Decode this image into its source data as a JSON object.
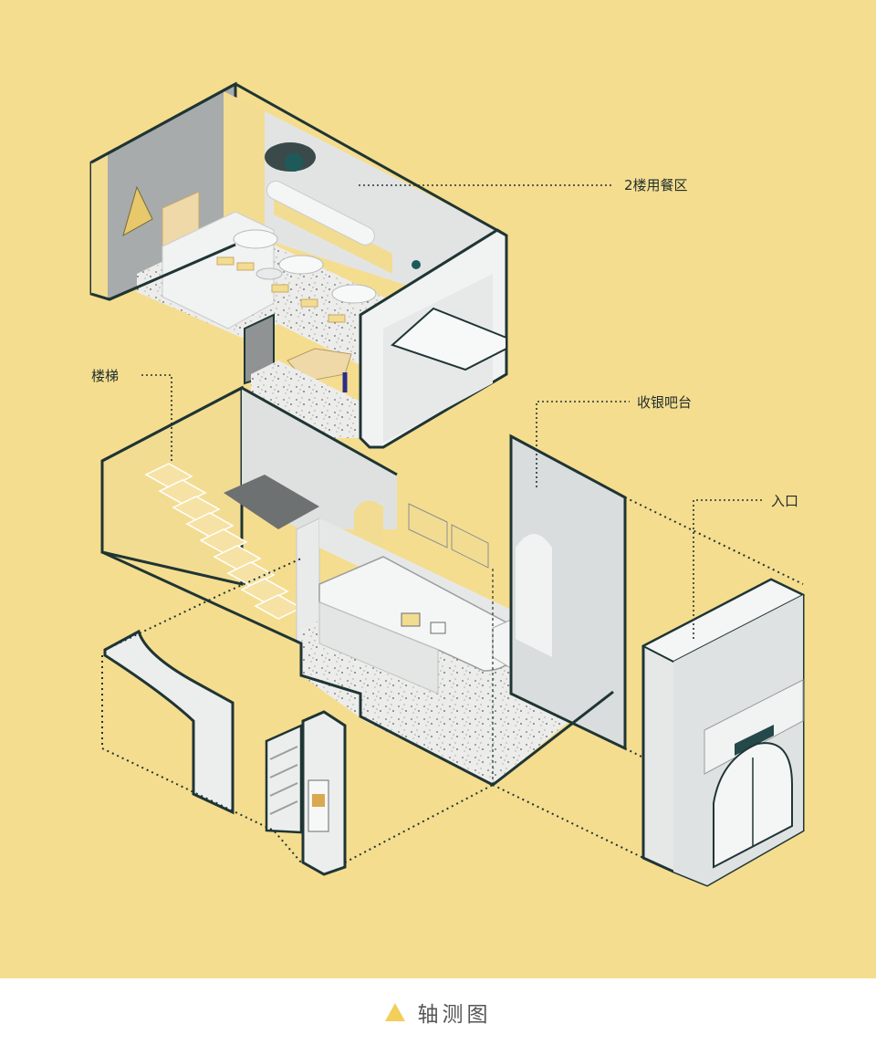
{
  "labels": {
    "dining": "2楼用餐区",
    "stairs": "楼梯",
    "cashier": "收银吧台",
    "entrance": "入口"
  },
  "caption": "轴测图",
  "colors": {
    "background": "#f5dd8f",
    "outline": "#1f3534",
    "wall_light": "#eceeee",
    "wall_mid": "#d9dcdc",
    "wall_dark": "#9fa3a4",
    "accent_yellow": "#f2dc92",
    "terrazzo": "#e8e8e6",
    "dark_teal": "#25484a",
    "caption_triangle": "#f2cf5b"
  }
}
